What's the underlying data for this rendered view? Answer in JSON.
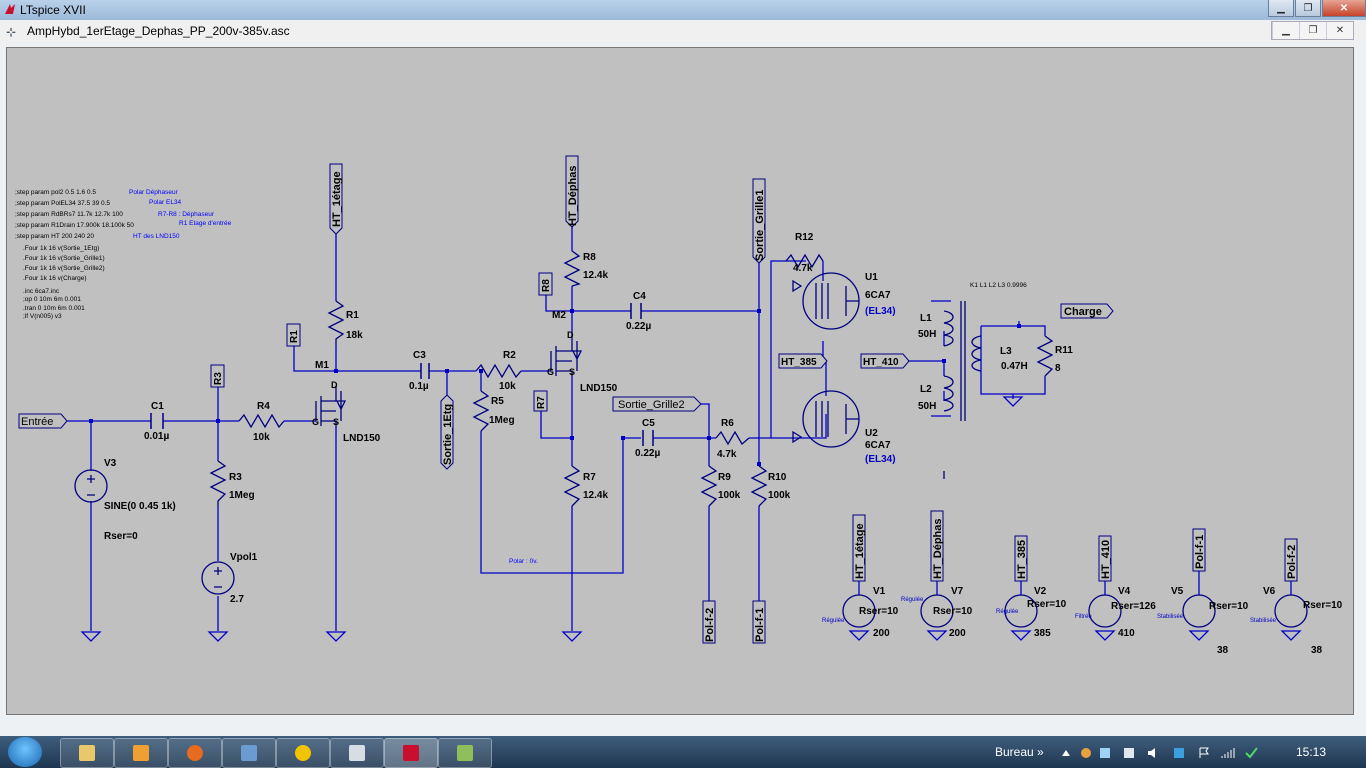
{
  "window": {
    "title": "LTspice XVII"
  },
  "document": {
    "title": "AmpHybd_1erEtage_Dephas_PP_200v-385v.asc"
  },
  "schematic": {
    "directives": [
      ";step param pol2 0.5 1.6 0.5",
      ";step param PolEL34 37.5 39 0.5",
      ";step param RdBRs7 11.7k 12.7k 100",
      ";step param R1Drain 17.900k 18.100k 50",
      ";step param HT 200 240 20",
      ".Four 1k 16 v(Sortie_1Etg)",
      ".Four 1k 16 v(Sortie_Grille1)",
      ".Four 1k 16 v(Sortie_Grille2)",
      ".Four 1k 16 v(Charge)",
      ".inc 6ca7.inc",
      ";op 0 10m 6m 0.001",
      ".tran 0 10m 6m 0.001",
      ";lf V(n005) v3"
    ],
    "comments": {
      "polar_dephaseur": "Polar Déphaseur",
      "polar_el34": "Polar EL34",
      "r7r8": "R7-R8 : Déphaseur",
      "r1_etage": "R1 Etage d'entrée",
      "ht_lnd": "HT des LND150",
      "polar_0v": "Polar : 0v.",
      "k_stmt": "K1 L1 L2 L3 0.9996",
      "v1_reg": "Régulée",
      "v7_reg": "Régulée",
      "v2_reg": "Régulée",
      "v4_filt": "Filtrée",
      "v5_stab": "Stabilisée",
      "v6_stab": "Stabilisée"
    },
    "flags": {
      "entree": "Entrée",
      "ht_1etage": "HT_1étage",
      "ht_dephas": "HT_Déphas",
      "sortie_grille1": "Sortie_Grille1",
      "sortie_grille2": "Sortie_Grille2",
      "sortie_1etg": "Sortie_1Etg",
      "ht_385": "HT_385",
      "ht_410": "HT_410",
      "charge": "Charge",
      "r1": "R1",
      "r3": "R3",
      "r7": "R7",
      "r8": "R8",
      "pol_f2": "Pol-f-2",
      "pol_f1": "Pol-f-1"
    },
    "components": {
      "c1": {
        "name": "C1",
        "value": "0.01µ"
      },
      "c3": {
        "name": "C3",
        "value": "0.1µ"
      },
      "c4": {
        "name": "C4",
        "value": "0.22µ"
      },
      "c5": {
        "name": "C5",
        "value": "0.22µ"
      },
      "r1": {
        "name": "R1",
        "value": "18k"
      },
      "r2": {
        "name": "R2",
        "value": "10k"
      },
      "r3": {
        "name": "R3",
        "value": "1Meg"
      },
      "r4": {
        "name": "R4",
        "value": "10k"
      },
      "r5": {
        "name": "R5",
        "value": "1Meg"
      },
      "r6": {
        "name": "R6",
        "value": "4.7k"
      },
      "r7": {
        "name": "R7",
        "value": "12.4k"
      },
      "r8": {
        "name": "R8",
        "value": "12.4k"
      },
      "r9": {
        "name": "R9",
        "value": "100k"
      },
      "r10": {
        "name": "R10",
        "value": "100k"
      },
      "r11": {
        "name": "R11",
        "value": "8"
      },
      "r12": {
        "name": "R12",
        "value": "4.7k"
      },
      "m1": {
        "name": "M1",
        "value": "LND150"
      },
      "m2": {
        "name": "M2",
        "value": "LND150"
      },
      "u1": {
        "name": "U1",
        "value": "6CA7",
        "alias": "(EL34)"
      },
      "u2": {
        "name": "U2",
        "value": "6CA7",
        "alias": "(EL34)"
      },
      "l1": {
        "name": "L1",
        "value": "50H"
      },
      "l2": {
        "name": "L2",
        "value": "50H"
      },
      "l3": {
        "name": "L3",
        "value": "0.47H"
      },
      "v3": {
        "name": "V3",
        "value": "SINE(0 0.45 1k)",
        "rser": "Rser=0"
      },
      "vpol1": {
        "name": "Vpol1",
        "value": "2.7"
      },
      "v1": {
        "name": "V1",
        "value": "200",
        "rser": "Rser=10"
      },
      "v7": {
        "name": "V7",
        "value": "200",
        "rser": "Rser=10"
      },
      "v2": {
        "name": "V2",
        "value": "385",
        "rser": "Rser=10"
      },
      "v4": {
        "name": "V4",
        "value": "410",
        "rser": "Rser=126"
      },
      "v5": {
        "name": "V5",
        "value": "38",
        "rser": "Rser=10"
      },
      "v6": {
        "name": "V6",
        "value": "38",
        "rser": "Rser=10"
      }
    },
    "pin_labels": {
      "d": "D",
      "g": "G",
      "s": "S"
    }
  },
  "taskbar": {
    "tray_label": "Bureau",
    "chevron": "»",
    "clock": "15:13"
  },
  "colors": {
    "wire": "#0000c8",
    "component": "#000080",
    "background": "#c0c0c0",
    "directive": "#000000",
    "comment": "#0000ff"
  }
}
